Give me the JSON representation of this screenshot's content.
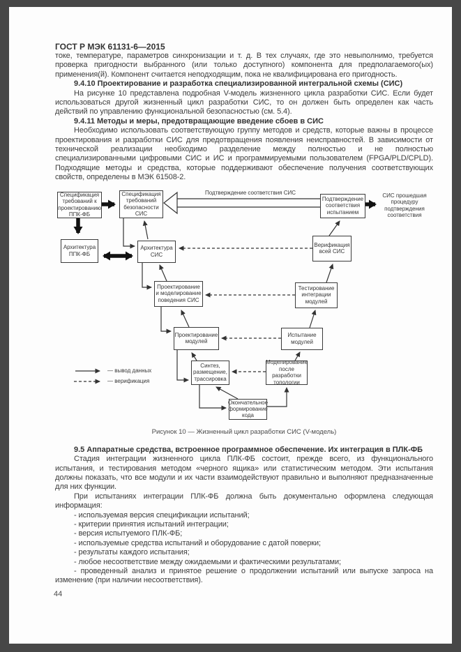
{
  "page": {
    "header": "ГОСТ Р МЭК 61131-6—2015",
    "page_number": "44"
  },
  "content": {
    "para_intro": "токе, температуре, параметров синхронизации и т. д. В тех случаях, где это невыполнимо, требуется проверка пригодности выбранного (или только доступного) компонента для предполагаемого(ых) применения(й). Компонент считается неподходящим, пока не квалифицирована его пригодность.",
    "s9410": {
      "heading": "9.4.10 Проектирование и разработка специализированной интегральной схемы (СИС)",
      "para": "На рисунке 10 представлена подробная V-модель жизненного цикла разработки СИС. Если будет использоваться другой жизненный цикл разработки СИС, то он должен быть определен как часть действий по управлению функциональной безопасностью (см. 5.4)."
    },
    "s9411": {
      "heading": "9.4.11 Методы и меры, предотвращающие введение сбоев в СИС",
      "para": "Необходимо использовать соответствующую группу методов и средств, которые важны в процессе проектирования и разработки СИС для предотвращения появления неисправностей. В зависимости от технической реализации необходимо разделение между полностью и не полностью специализированными цифровыми СИС и ИС и программируемыми пользователем (FPGA/PLD/CPLD). Подходящие методы и средства, которые поддерживают обеспечение получения соответствующих свойств, определены в МЭК 61508-2."
    },
    "figure": {
      "caption": "Рисунок 10 — Жизненный цикл разработки СИС (V-модель)",
      "arrow_label": "Подтверждение соответствия СИС",
      "output_text": "СИС прошедшая процедуру подтверждения соответствия",
      "legend": {
        "solid": "— вывод данных",
        "dashed": "— верификация"
      },
      "boxes": {
        "spec_plc": "Спецификация требований к проектированию ППК-ФБ",
        "spec_sis": "Спецификация требований безопасности СИС",
        "arch_plc": "Архитектура ППК-ФБ",
        "arch_sis": "Архитектура СИС",
        "confirm_test": "Подтверждение соответствия испытанием",
        "verify_sis": "Верификация всей СИС",
        "design_model": "Проектирование и моделирование поведения СИС",
        "integration_test": "Тестирование интеграции модулей",
        "module_design": "Проектирование модулей",
        "module_test": "Испытание модулей",
        "synthesis": "Синтез, размещение, трассировка",
        "topology_sim": "Моделирование после разработки топологии",
        "final_code": "Окончательное формирование кода"
      }
    },
    "s95": {
      "heading": "9.5 Аппаратные средства, встроенное программное обеспечение. Их интеграция в ПЛК-ФБ",
      "para1": "Стадия интеграции жизненного цикла ПЛК-ФБ состоит, прежде всего, из функционального испытания, и тестирования методом «черного ящика» или статистическим методом. Эти испытания должны показать, что все модули и их части взаимодействуют правильно и выполняют предназначенные для них функции.",
      "para2": "При испытаниях интеграции ПЛК-ФБ должна быть документально оформлена следующая информация:",
      "list": [
        "- используемая версия спецификации испытаний;",
        "- критерии принятия испытаний интеграции;",
        "- версия испытуемого ПЛК-ФБ;",
        "- используемые средства испытаний и оборудование с датой поверки;",
        "- результаты каждого испытания;",
        "- любое несоответствие между ожидаемыми и фактическими результатами;",
        "- проведенный анализ и принятое решение о продолжении испытаний или выпуске запроса на изменение (при наличии несоответствия)."
      ]
    }
  }
}
